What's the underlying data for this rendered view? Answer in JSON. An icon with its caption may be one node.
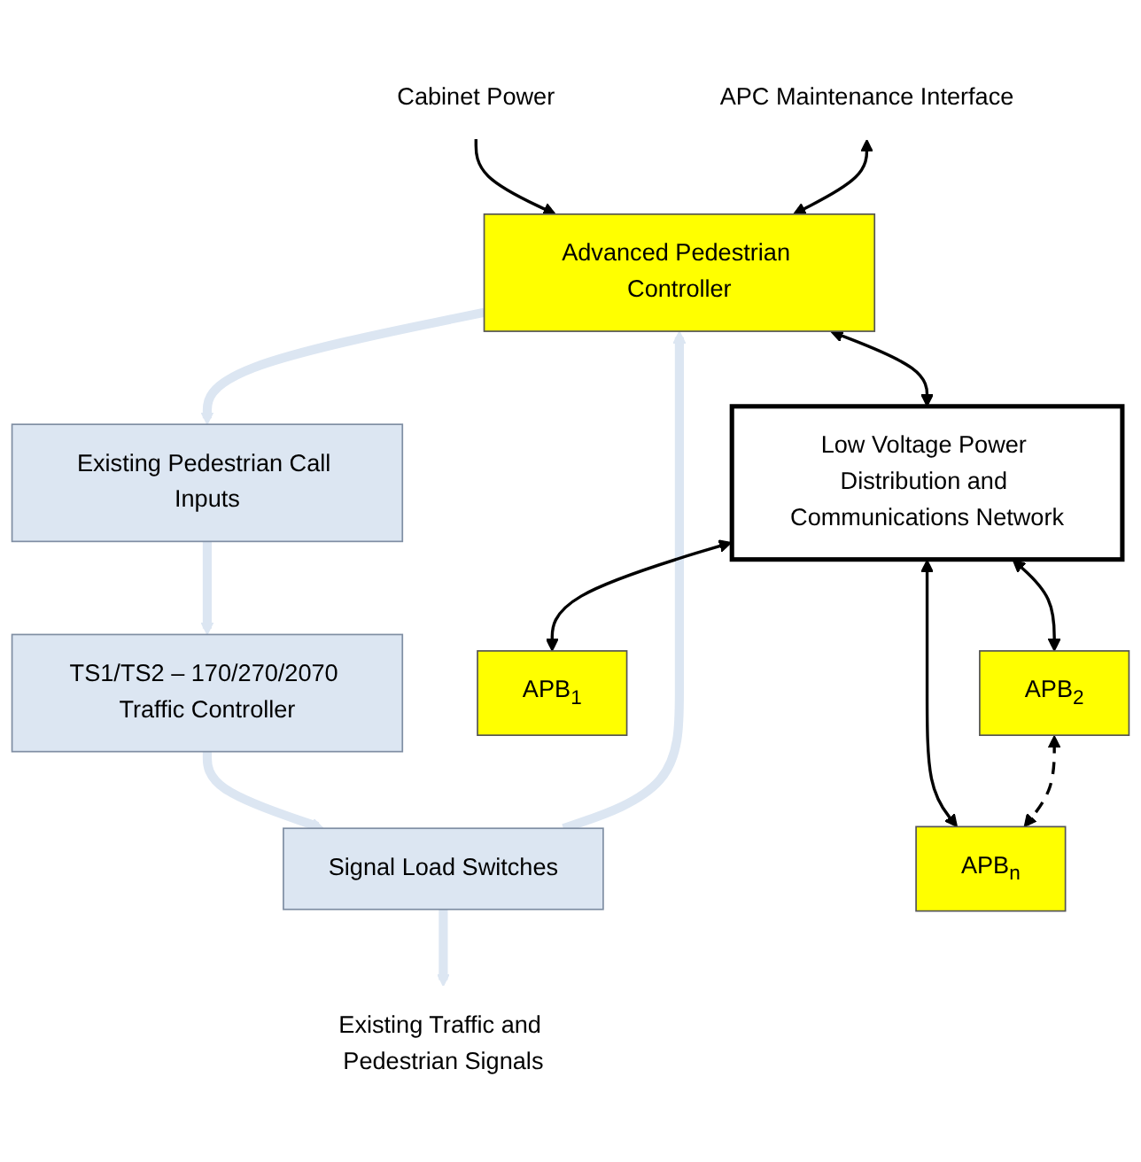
{
  "diagram": {
    "nodes": [
      {
        "text": [
          "TS1/TS2 – 170/270/2070 Traffic Controller"
        ]
      },
      {
        "text": [
          "Signal Load Switches"
        ]
      },
      {
        "text": [
          "Existing Pedestrian Call Inputs"
        ]
      },
      {
        "text": [
          "Advanced Pedestrian Controller"
        ]
      },
      {
        "text": [
          "Existing Traffic and Pedestrian Signals"
        ]
      },
      {
        "text": [
          "Cabinet Power"
        ]
      },
      {
        "text": [
          "APC Maintenance Interface"
        ]
      },
      {
        "text": [
          "Low Voltage Power Distribution and Communications Network"
        ]
      },
      {
        "text": [
          "APB$_{1}$"
        ]
      },
      {
        "text": [
          "APB$_{2}$"
        ]
      },
      {
        "text": [
          "APB$_{n}$"
        ]
      }
    ],
    "edges": [
      {
        "from": 0,
        "to": 1,
        "arrow": "to",
        "style": "thick",
        "color": "#dce6f2"
      },
      {
        "from": 2,
        "to": 0,
        "arrow": "to",
        "style": "thick",
        "color": "#dce6f2"
      },
      {
        "from": 3,
        "to": 2,
        "arrow": "to",
        "style": "thick",
        "color": "#dce6f2"
      },
      {
        "from": 1,
        "to": 4,
        "arrow": "to",
        "style": "thick",
        "color": "#dce6f2"
      },
      {
        "from": 1,
        "to": 3,
        "arrow": "to",
        "style": "thick",
        "color": "#dce6f2"
      },
      {
        "from": 5,
        "to": 3,
        "arrow": "to"
      },
      {
        "from": 6,
        "to": 3,
        "arrow": "both"
      },
      {
        "from": 3,
        "to": 7,
        "arrow": "both"
      },
      {
        "from": 7,
        "to": 8,
        "arrow": "both"
      },
      {
        "from": 7,
        "to": 9,
        "arrow": "both"
      },
      {
        "from": 7,
        "to": 10,
        "arrow": "both"
      },
      {
        "from": 9,
        "to": 10,
        "arrow": "both",
        "style": "dashed"
      }
    ]
  }
}
